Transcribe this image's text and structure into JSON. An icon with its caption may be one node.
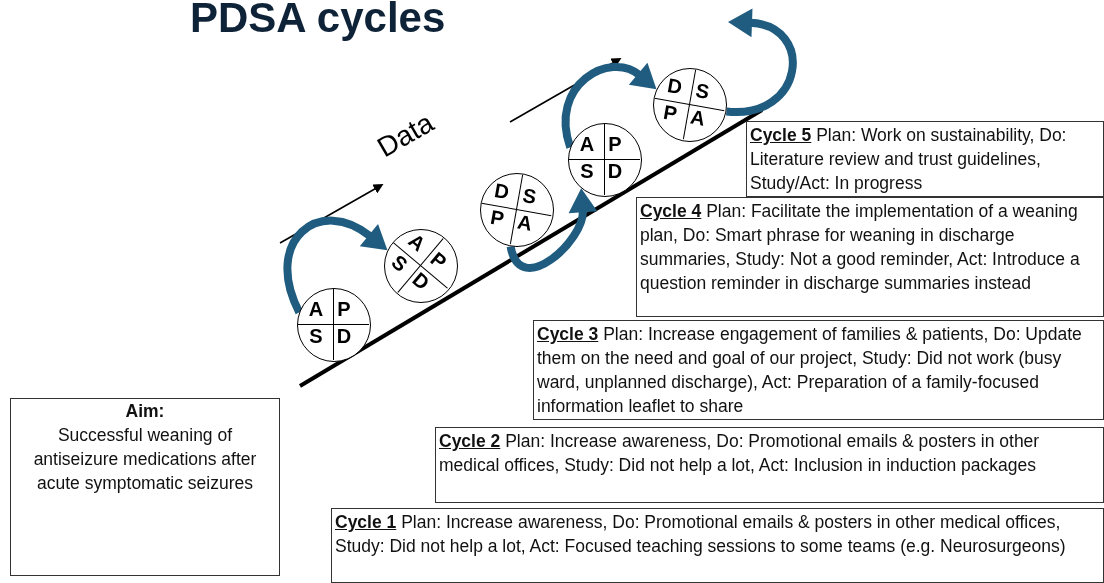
{
  "diagram": {
    "title": "PDSA cycles",
    "nodes": [
      {
        "text": [
          "A",
          "P",
          "S",
          "D"
        ]
      },
      {
        "text": [
          "A",
          "P",
          "S",
          "D"
        ]
      },
      {
        "text": [
          "D",
          "S",
          "P",
          "A"
        ]
      },
      {
        "text": [
          "A",
          "P",
          "S",
          "D"
        ]
      },
      {
        "text": [
          "D",
          "S",
          "P",
          "A"
        ]
      },
      {
        "text": [
          "Cycle 5",
          "Plan: Work on sustainability, Do: Literature review and trust guidelines, Study/Act: In progress"
        ]
      },
      {
        "text": [
          "Cycle 4",
          "Plan: Facilitate the implementation of a weaning plan, Do: Smart phrase for weaning in discharge summaries, Study: Not a good reminder, Act: Introduce a question reminder in discharge summaries instead"
        ]
      },
      {
        "text": [
          "Cycle 3",
          "Plan: Increase engagement of families & patients, Do: Update them on the need and goal of our project, Study: Did not work (busy ward, unplanned discharge), Act: Preparation of a family-focused information leaflet to share"
        ]
      },
      {
        "text": [
          "Cycle 2",
          "Plan: Increase awareness, Do: Promotional emails & posters in other medical offices, Study: Did not help a lot, Act: Inclusion in induction packages"
        ]
      },
      {
        "text": [
          "Cycle 1",
          "Plan: Increase awareness, Do: Promotional emails & posters in other medical offices, Study: Did not help a lot, Act: Focused teaching sessions to some teams (e.g. Neurosurgeons)"
        ]
      },
      {
        "text": [
          "Aim:",
          "Successful weaning of antiseizure medications after acute symptomatic seizures"
        ]
      }
    ],
    "edges": [
      {
        "from": 0,
        "to": 1,
        "arrow": "to"
      },
      {
        "from": 2,
        "to": 3,
        "arrow": "to"
      },
      {
        "from": 3,
        "to": 4,
        "arrow": "to"
      },
      {
        "from": 4,
        "to": null,
        "arrow": "to"
      }
    ],
    "labels": [
      "Data"
    ]
  }
}
